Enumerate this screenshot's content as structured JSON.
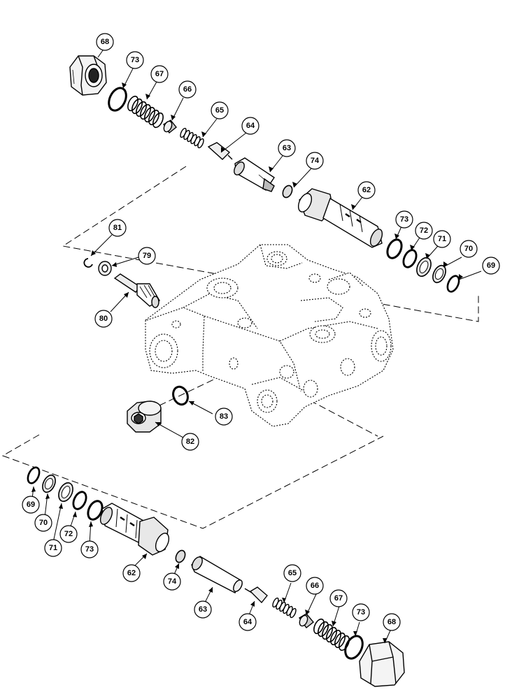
{
  "diagram": {
    "callouts": [
      {
        "id": "c68a",
        "label": "68"
      },
      {
        "id": "c73a",
        "label": "73"
      },
      {
        "id": "c67a",
        "label": "67"
      },
      {
        "id": "c66a",
        "label": "66"
      },
      {
        "id": "c65a",
        "label": "65"
      },
      {
        "id": "c64a",
        "label": "64"
      },
      {
        "id": "c63a",
        "label": "63"
      },
      {
        "id": "c74a",
        "label": "74"
      },
      {
        "id": "c62a",
        "label": "62"
      },
      {
        "id": "c73b",
        "label": "73"
      },
      {
        "id": "c72a",
        "label": "72"
      },
      {
        "id": "c71a",
        "label": "71"
      },
      {
        "id": "c70a",
        "label": "70"
      },
      {
        "id": "c69a",
        "label": "69"
      },
      {
        "id": "c81",
        "label": "81"
      },
      {
        "id": "c79",
        "label": "79"
      },
      {
        "id": "c80",
        "label": "80"
      },
      {
        "id": "c83",
        "label": "83"
      },
      {
        "id": "c82",
        "label": "82"
      },
      {
        "id": "c69b",
        "label": "69"
      },
      {
        "id": "c70b",
        "label": "70"
      },
      {
        "id": "c71b",
        "label": "71"
      },
      {
        "id": "c72b",
        "label": "72"
      },
      {
        "id": "c73c",
        "label": "73"
      },
      {
        "id": "c62b",
        "label": "62"
      },
      {
        "id": "c74b",
        "label": "74"
      },
      {
        "id": "c63b",
        "label": "63"
      },
      {
        "id": "c64b",
        "label": "64"
      },
      {
        "id": "c65b",
        "label": "65"
      },
      {
        "id": "c66b",
        "label": "66"
      },
      {
        "id": "c67b",
        "label": "67"
      },
      {
        "id": "c73d",
        "label": "73"
      },
      {
        "id": "c68b",
        "label": "68"
      }
    ]
  }
}
